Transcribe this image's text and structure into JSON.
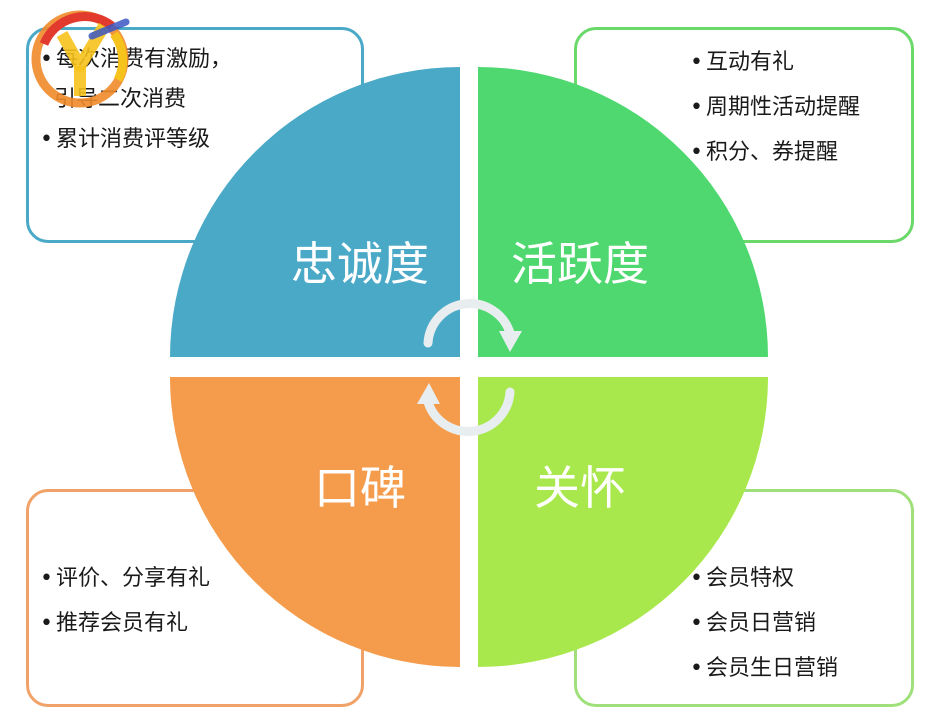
{
  "quadrants": {
    "top_left": {
      "label": "忠诚度",
      "color": "#4aa9c7",
      "items": [
        "每次消费有激励，",
        "引导二次消费",
        "累计消费评等级"
      ]
    },
    "top_right": {
      "label": "活跃度",
      "color": "#4fd86f",
      "items": [
        "互动有礼",
        "周期性活动提醒",
        "积分、券提醒"
      ]
    },
    "bottom_left": {
      "label": "口碑",
      "color": "#f59b4c",
      "items": [
        "评价、分享有礼",
        "推荐会员有礼"
      ]
    },
    "bottom_right": {
      "label": "关怀",
      "color": "#a9e84c",
      "items": [
        "会员特权",
        "会员日营销",
        "会员生日营销"
      ]
    }
  },
  "icons": {
    "cycle": "cycle-arrows-icon",
    "logo": "logo-icon"
  }
}
